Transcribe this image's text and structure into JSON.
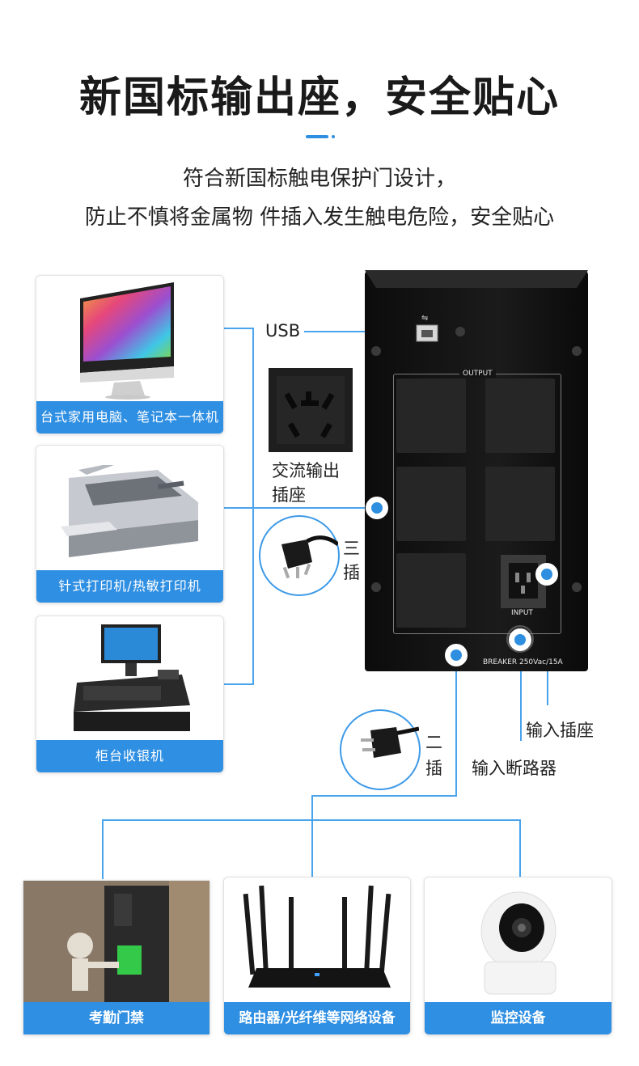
{
  "header": {
    "title": "新国标输出座，安全贴心",
    "desc_line1": "符合新国标触电保护门设计，",
    "desc_line2": "防止不慎将金属物 件插入发生触电危险，安全贴心"
  },
  "left_cards": [
    {
      "caption": "台式家用电脑、笔记本一体机"
    },
    {
      "caption": "针式打印机/热敏打印机"
    },
    {
      "caption": "柜台收银机"
    }
  ],
  "bottom_cards": [
    {
      "caption": "考勤门禁"
    },
    {
      "caption": "路由器/光纤维等网络设备"
    },
    {
      "caption": "监控设备"
    }
  ],
  "callouts": {
    "usb": "USB",
    "ac_outlet_line1": "交流输出",
    "ac_outlet_line2": "插座",
    "three_pin_line1": "三",
    "three_pin_line2": "插",
    "two_pin_line1": "二",
    "two_pin_line2": "插",
    "input_socket": "输入插座",
    "input_breaker": "输入断路器"
  },
  "ups_panel": {
    "output_label": "OUTPUT",
    "input_label": "INPUT",
    "breaker_label": "BREAKER 250Vac/15A"
  },
  "colors": {
    "accent": "#2e8fe0",
    "caption_bg": "#2f8fe3",
    "ups_body": "#111111"
  }
}
